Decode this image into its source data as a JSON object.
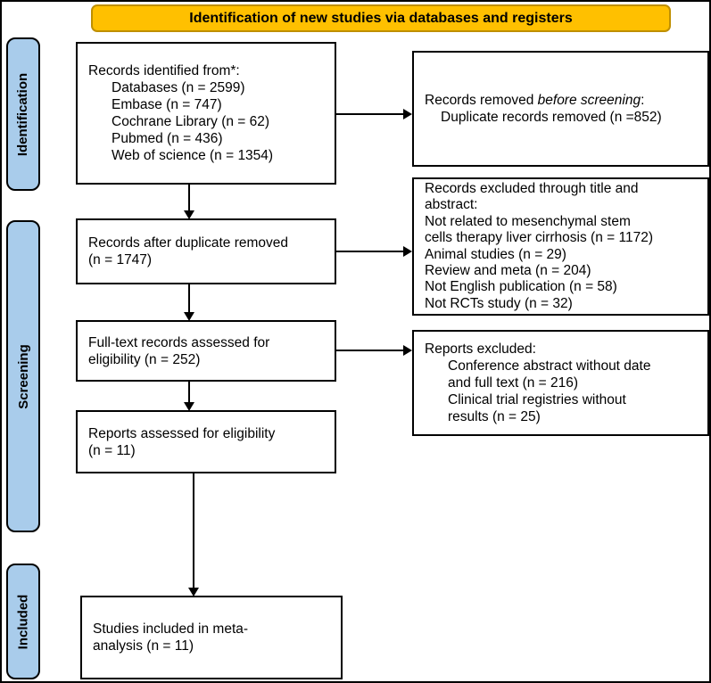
{
  "banner": {
    "label": "Identification of new studies via databases and registers",
    "bg_color": "#FFC000",
    "border_color": "#BF8F00"
  },
  "stages": [
    {
      "label": "Identification"
    },
    {
      "label": "Screening"
    },
    {
      "label": "Included"
    }
  ],
  "colors": {
    "stage_fill": "#A9CCEB",
    "box_border": "#000000",
    "arrow": "#000000"
  },
  "boxes": {
    "identified": {
      "title": "Records identified from*:",
      "items": "Databases (n = 2599)\nEmbase (n = 747)\nCochrane Library (n = 62)\nPubmed (n = 436)\nWeb of science (n = 1354)"
    },
    "removed": {
      "prefix": "Records removed ",
      "italic": "before screening",
      "suffix": ":",
      "detail": "Duplicate records removed (n =852)"
    },
    "after_duplicate": {
      "text": "Records after duplicate removed\n(n = 1747)"
    },
    "excluded_title_abstract": {
      "text": "Records excluded through title and\nabstract:\nNot related to mesenchymal stem\ncells therapy liver cirrhosis (n = 1172)\nAnimal studies (n = 29)\nReview and meta (n = 204)\nNot English publication (n = 58)\nNot RCTs study (n = 32)"
    },
    "fulltext": {
      "text": "Full-text records assessed for\neligibility (n = 252)"
    },
    "reports_excluded": {
      "title": "Reports excluded:",
      "detail": "Conference abstract without date\nand full text (n = 216)\nClinical trial registries without\nresults (n = 25)"
    },
    "reports_assessed": {
      "text": "Reports assessed for eligibility\n(n = 11)"
    },
    "included_meta": {
      "text": "Studies included in meta-\nanalysis (n = 11)"
    }
  }
}
